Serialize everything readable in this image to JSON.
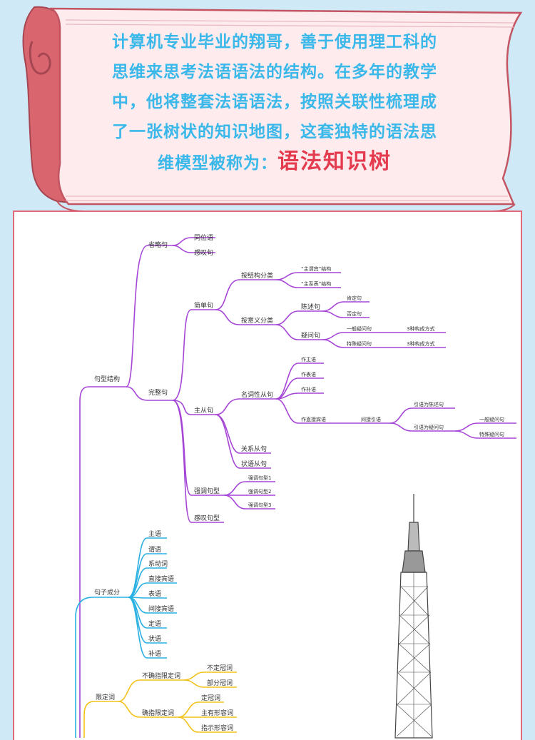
{
  "intro": {
    "lines": [
      "计算机专业毕业的翔哥，善于使用理工科的",
      "思维来思考法语语法的结构。在多年的教学",
      "中，他将整套法语语法，按照关联性梳理成",
      "了一张树状的知识地图，这套独特的语法思"
    ],
    "last_line": "维模型被称为：",
    "highlight": "语法知识树"
  },
  "colors": {
    "purple": "#a545d6",
    "blue": "#29b0e3",
    "yellow": "#f2c21c",
    "text": "#333333",
    "intro": "#3ab8ea",
    "highlight": "#e43c4e"
  },
  "nodes": {
    "sentence_structure": "句型结构",
    "elliptical": "省略句",
    "appositive": "同位语",
    "exclamation_short": "感叹句",
    "complete": "完整句",
    "simple": "简单句",
    "by_structure": "按结构分类",
    "svo": "“主谓宾”结构",
    "svc": "“主系表”结构",
    "by_meaning": "按意义分类",
    "declarative": "陈述句",
    "affirmative": "肯定句",
    "negative": "否定句",
    "interrogative": "疑问句",
    "general_q": "一般疑问句",
    "special_q": "特殊疑问句",
    "three_forms_1": "3种构成方式",
    "three_forms_2": "3种构成方式",
    "complex": "主从句",
    "noun_clause": "名词性从句",
    "as_subject": "作主语",
    "as_predicative": "作表语",
    "as_complement": "作补语",
    "as_indirect_obj": "作直接宾语",
    "indirect_speech": "间接引语",
    "quote_declarative": "引语为陈述句",
    "quote_interrogative": "引语为疑问句",
    "general_q2": "一般疑问句",
    "special_q2": "特殊疑问句",
    "relative_clause": "关系从句",
    "adverbial_clause": "状语从句",
    "emphatic": "强调句型",
    "emphatic_1": "强调句型1",
    "emphatic_2": "强调句型2",
    "emphatic_3": "强调句型3",
    "exclamation_pattern": "感叹句型",
    "sentence_elements": "句子成分",
    "subject": "主语",
    "predicate": "谓语",
    "linking_verb": "系动词",
    "direct_object": "直接宾语",
    "predicative": "表语",
    "indirect_object": "间接宾语",
    "attributive": "定语",
    "adverbial": "状语",
    "complement": "补语",
    "determiner": "限定词",
    "indefinite_det": "不确指限定词",
    "indefinite_article": "不定冠词",
    "partitive_article": "部分冠词",
    "definite_det": "确指限定词",
    "definite_article": "定冠词",
    "possessive_adj": "主有形容词",
    "demonstrative_adj": "指示形容词"
  }
}
